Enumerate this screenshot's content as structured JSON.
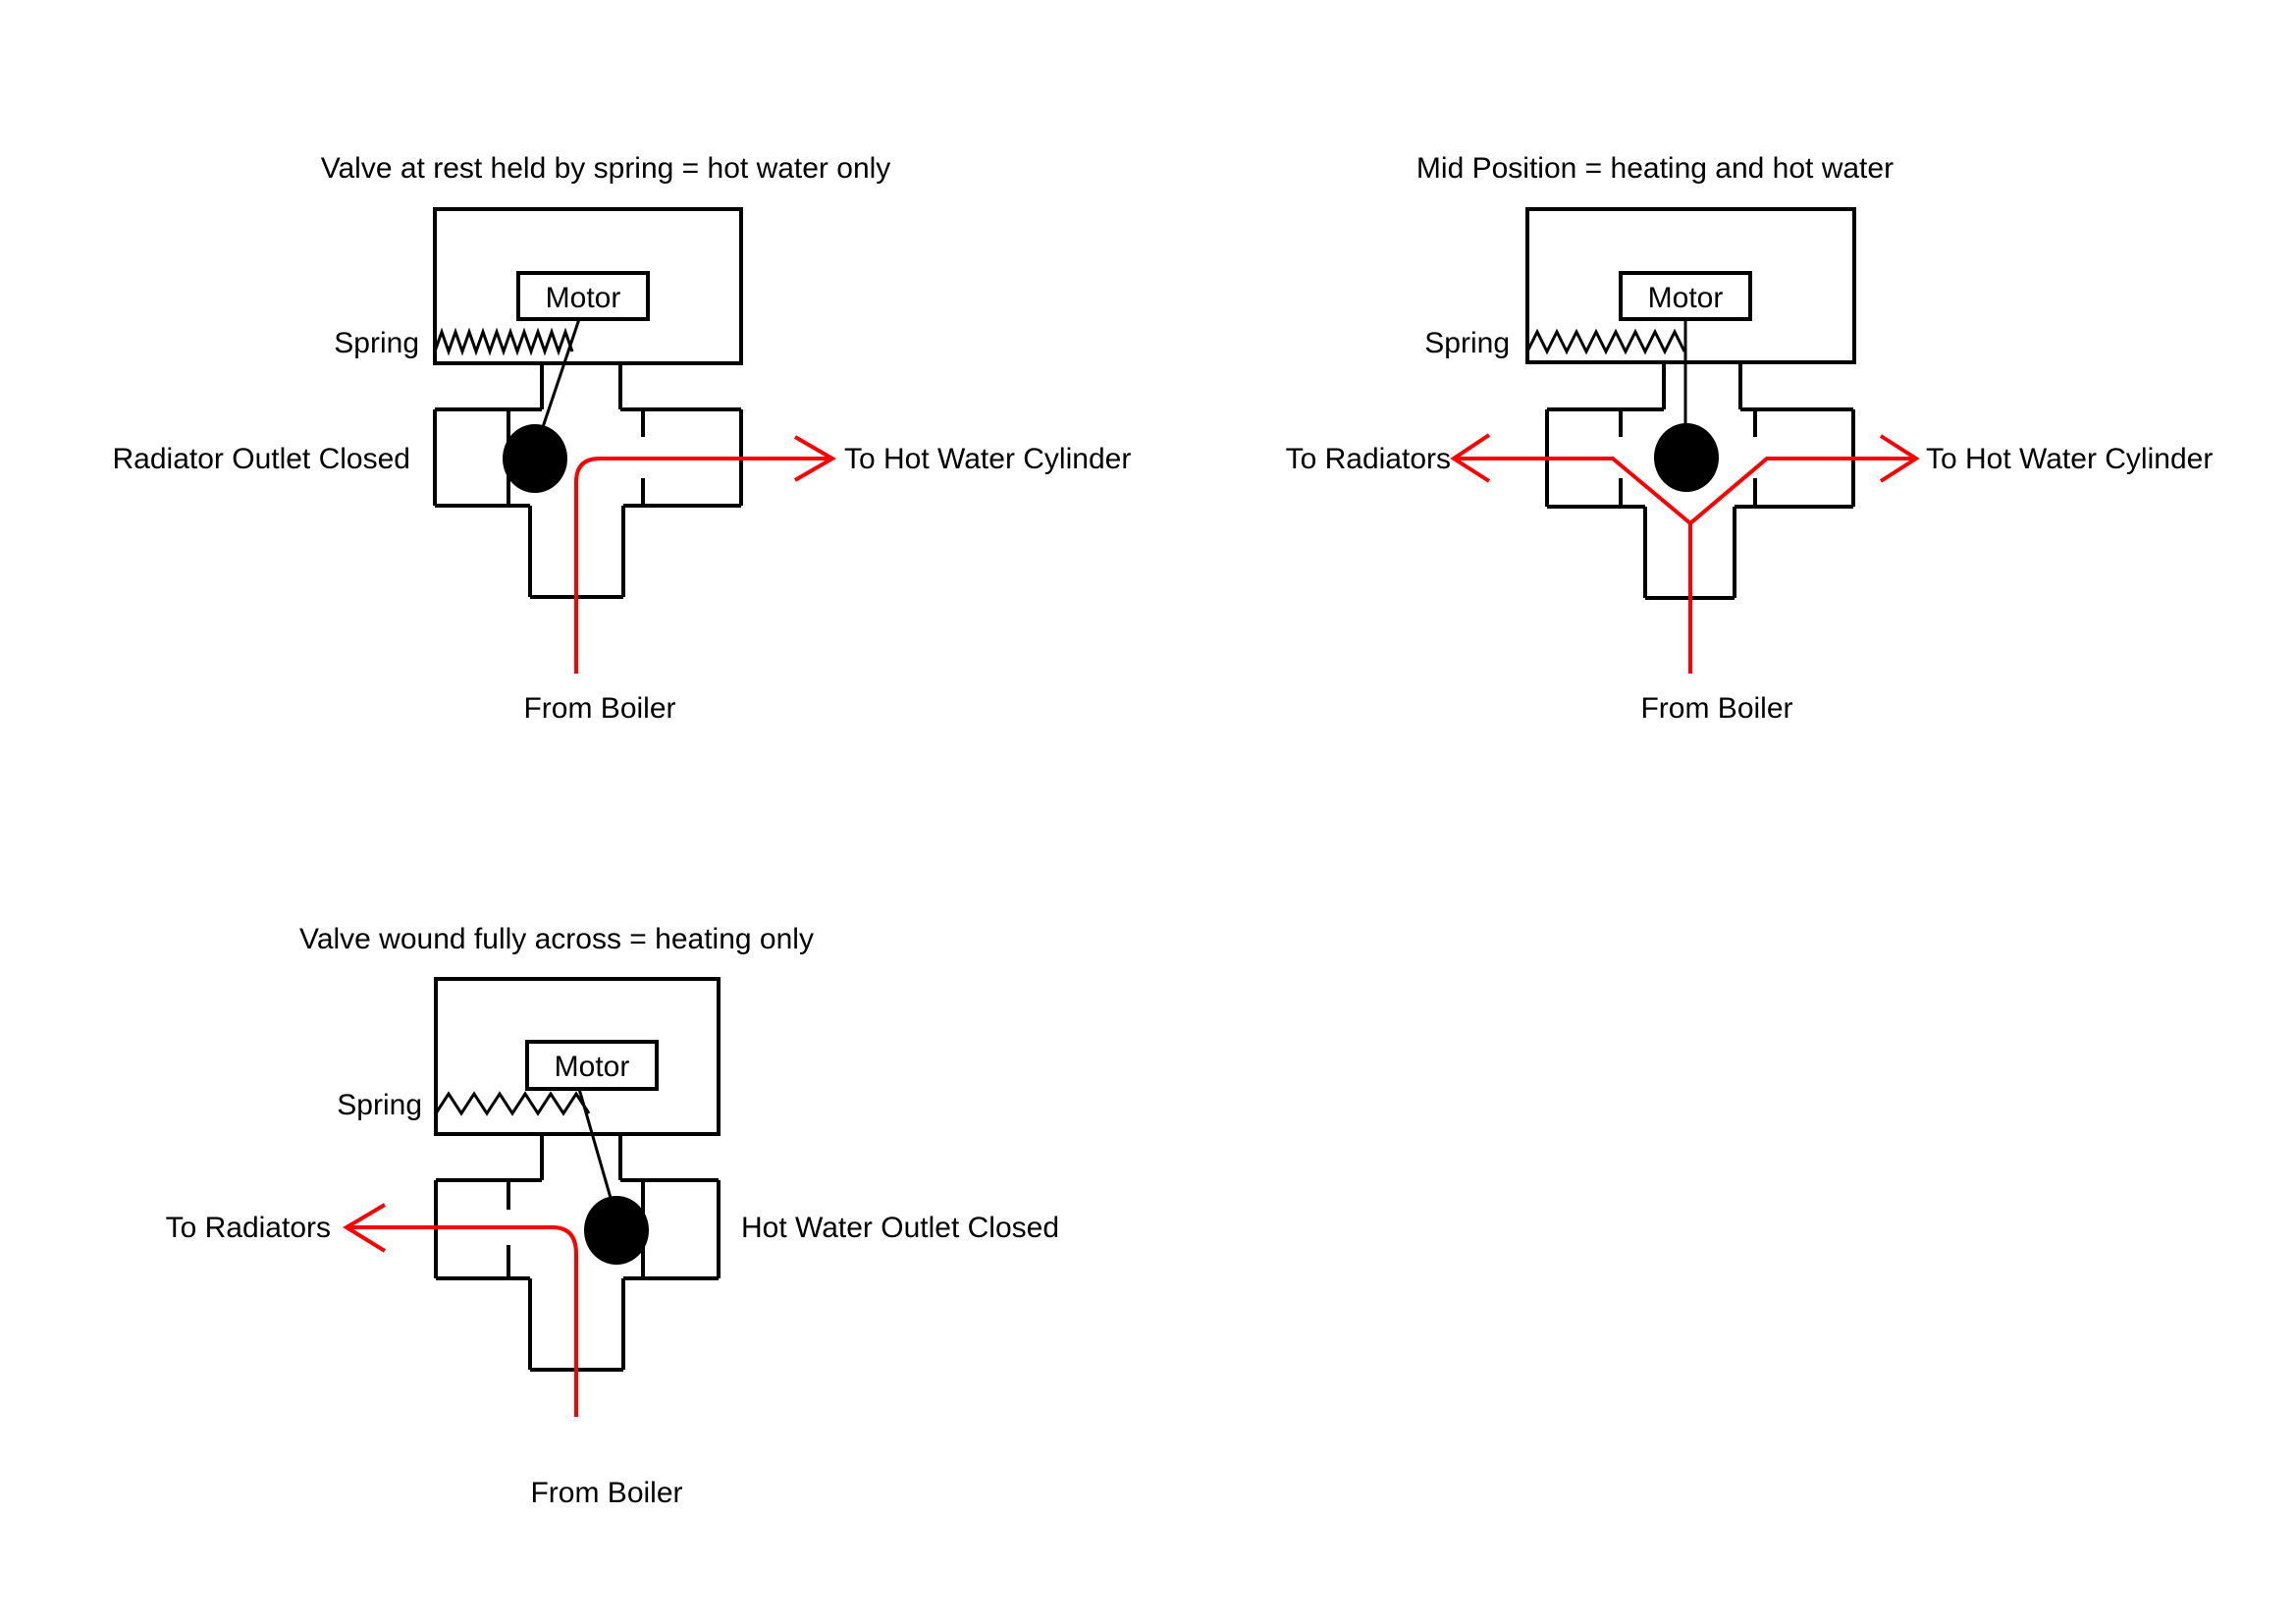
{
  "colors": {
    "flow": "#ff0000",
    "outline": "#000000",
    "ball": "#000000",
    "background": "#ffffff"
  },
  "diagrams": [
    {
      "id": "valve-at-rest",
      "title": "Valve at rest held by spring = hot water only",
      "labels": {
        "motor": "Motor",
        "spring": "Spring",
        "left_port": "Radiator Outlet Closed",
        "right_port": "To Hot Water Cylinder",
        "bottom_port": "From Boiler"
      }
    },
    {
      "id": "mid-position",
      "title": "Mid Position = heating and hot water",
      "labels": {
        "motor": "Motor",
        "spring": "Spring",
        "left_port": "To Radiators",
        "right_port": "To Hot Water Cylinder",
        "bottom_port": "From Boiler"
      }
    },
    {
      "id": "valve-wound-across",
      "title": "Valve wound fully across = heating only",
      "labels": {
        "motor": "Motor",
        "spring": "Spring",
        "left_port": "To Radiators",
        "right_port": "Hot Water Outlet Closed",
        "bottom_port": "From Boiler"
      }
    }
  ]
}
